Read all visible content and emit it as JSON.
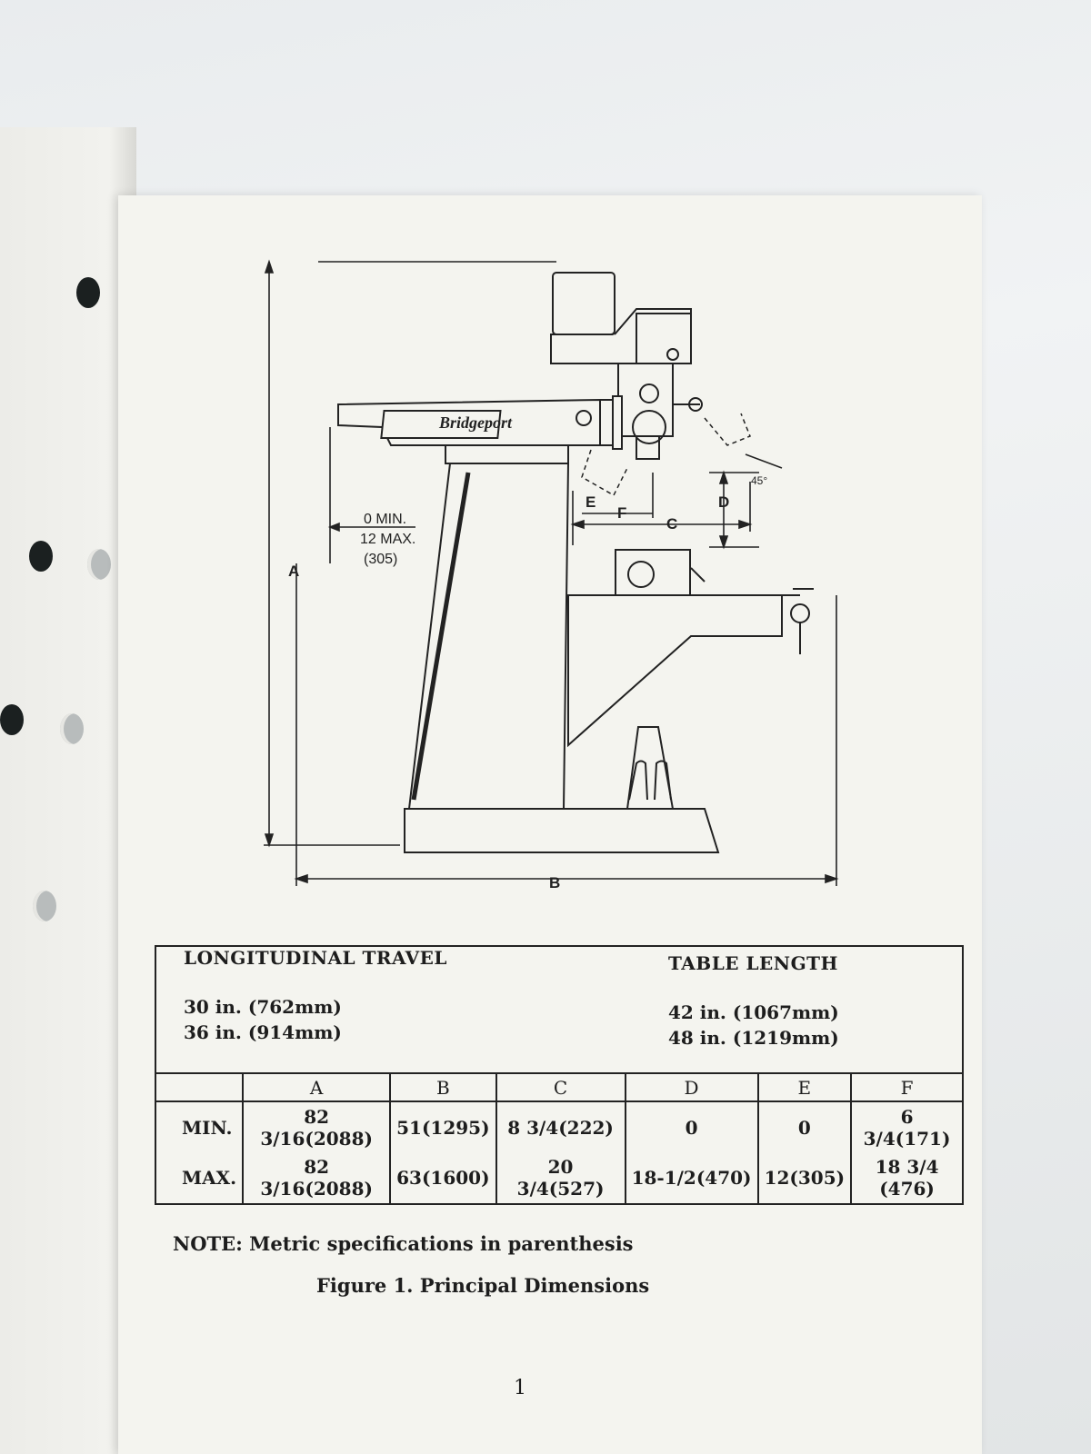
{
  "diagram": {
    "brand": "Bridgeport",
    "dimension_labels": {
      "a": "A",
      "b": "B",
      "c": "C",
      "d": "D",
      "e": "E",
      "f": "F"
    },
    "angle_label": "45°",
    "ram_travel": {
      "min": "0 MIN.",
      "max": "12 MAX.",
      "metric": "(305)"
    }
  },
  "travel_box": {
    "longitudinal_heading": "LONGITUDINAL TRAVEL",
    "longitudinal_values": [
      "30 in. (762mm)",
      "36 in. (914mm)"
    ],
    "table_length_heading": "TABLE LENGTH",
    "table_length_values": [
      "42 in. (1067mm)",
      "48 in. (1219mm)"
    ]
  },
  "dimensions_table": {
    "columns": [
      "",
      "A",
      "B",
      "C",
      "D",
      "E",
      "F"
    ],
    "rows": [
      {
        "label": "MIN.",
        "cells": [
          "82 3/16(2088)",
          "51(1295)",
          "8 3/4(222)",
          "0",
          "0",
          "6 3/4(171)"
        ]
      },
      {
        "label": "MAX.",
        "cells": [
          "82 3/16(2088)",
          "63(1600)",
          "20 3/4(527)",
          "18-1/2(470)",
          "12(305)",
          "18 3/4 (476)"
        ]
      }
    ]
  },
  "note": "NOTE:  Metric specifications in parenthesis",
  "caption": "Figure 1.   Principal Dimensions",
  "page_number": "1",
  "colors": {
    "ink": "#1d1d1d",
    "paper": "#f4f4ef",
    "background": "#e9ecee"
  }
}
